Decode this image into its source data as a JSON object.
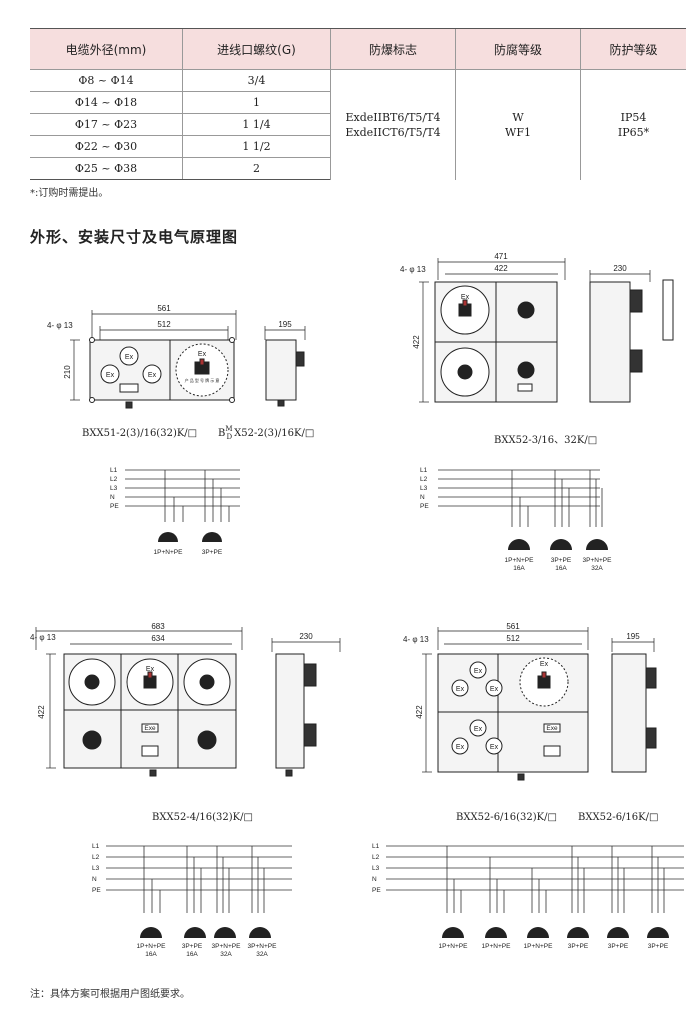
{
  "table": {
    "headers": [
      "电缆外径(mm)",
      "进线口螺纹(G)",
      "防爆标志",
      "防腐等级",
      "防护等级"
    ],
    "rows": [
      [
        "Φ8 ~ Φ14",
        "3/4"
      ],
      [
        "Φ14 ~ Φ18",
        "1"
      ],
      [
        "Φ17 ~ Φ23",
        "1 1/4"
      ],
      [
        "Φ22 ~ Φ30",
        "1 1/2"
      ],
      [
        "Φ25 ~ Φ38",
        "2"
      ]
    ],
    "ex_mark": [
      "ExdeIIBT6/T5/T4",
      "ExdeIICT6/T5/T4"
    ],
    "corrosion": [
      "W",
      "WF1"
    ],
    "protection": [
      "IP54",
      "IP65*"
    ]
  },
  "footnote_order": "*:订购时需提出。",
  "section_title": "外形、安装尺寸及电气原理图",
  "diagrams": {
    "d1": {
      "w1": "561",
      "w2": "512",
      "h": "210",
      "holes": "4- φ 13",
      "side": "195",
      "cap1": "BXX51-2(3)/16(32)K/□",
      "cap2": "B",
      "cap2_sup": "M",
      "cap2_sub": "D",
      "cap2_rest": "X52-2(3)/16K/□"
    },
    "d2": {
      "w1": "471",
      "w2": "422",
      "h": "422",
      "holes": "4- φ 13",
      "side": "230",
      "cap": "BXX52-3/16、32K/□"
    },
    "d3": {
      "w1": "683",
      "w2": "634",
      "h": "422",
      "holes": "4- φ 13",
      "side": "230",
      "cap": "BXX52-4/16(32)K/□"
    },
    "d4": {
      "w1": "561",
      "w2": "512",
      "h": "422",
      "holes": "4- φ 13",
      "side": "195",
      "cap1": "BXX52-6/16(32)K/□",
      "cap2": "BXX52-6/16K/□"
    }
  },
  "device_labels": {
    "ex": "Ex",
    "exe": "Exe",
    "plate": "产 品 型 号 牌 示 意"
  },
  "lines": [
    "L1",
    "L2",
    "L3",
    "N",
    "PE"
  ],
  "circuit_labels": {
    "c1": [
      "1P+N+PE",
      "3P+PE"
    ],
    "c2": [
      [
        "1P+N+PE",
        "16A"
      ],
      [
        "3P+PE",
        "16A"
      ],
      [
        "3P+N+PE",
        "32A"
      ]
    ],
    "c3": [
      [
        "1P+N+PE",
        "16A"
      ],
      [
        "3P+PE",
        "16A"
      ],
      [
        "3P+N+PE",
        "32A"
      ],
      [
        "3P+N+PE",
        "32A"
      ]
    ],
    "c4": [
      "1P+N+PE",
      "1P+N+PE",
      "1P+N+PE",
      "3P+PE",
      "3P+PE",
      "3P+PE"
    ]
  },
  "footnote_bottom": "注：具体方案可根据用户图纸要求。"
}
